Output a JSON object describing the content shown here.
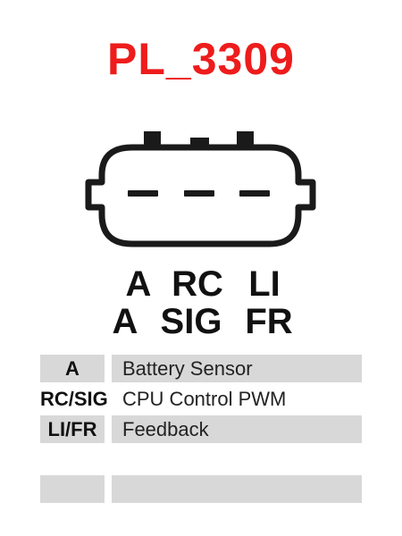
{
  "title": "PL_3309",
  "colors": {
    "title": "#ee1c1c",
    "row_shade": "#d8d8d8",
    "outline": "#1a1a1a"
  },
  "connector": {
    "icon": "three-pin-connector-icon",
    "top_labels": [
      "A",
      "RC",
      "LI"
    ],
    "bottom_labels": [
      "A",
      "SIG",
      "FR"
    ]
  },
  "pinout": [
    {
      "code": "A",
      "description": "Battery Sensor",
      "shaded": true
    },
    {
      "code": "RC/SIG",
      "description": "CPU Control PWM",
      "shaded": false
    },
    {
      "code": "LI/FR",
      "description": "Feedback",
      "shaded": true
    }
  ],
  "empty_row": {
    "shaded": true
  }
}
